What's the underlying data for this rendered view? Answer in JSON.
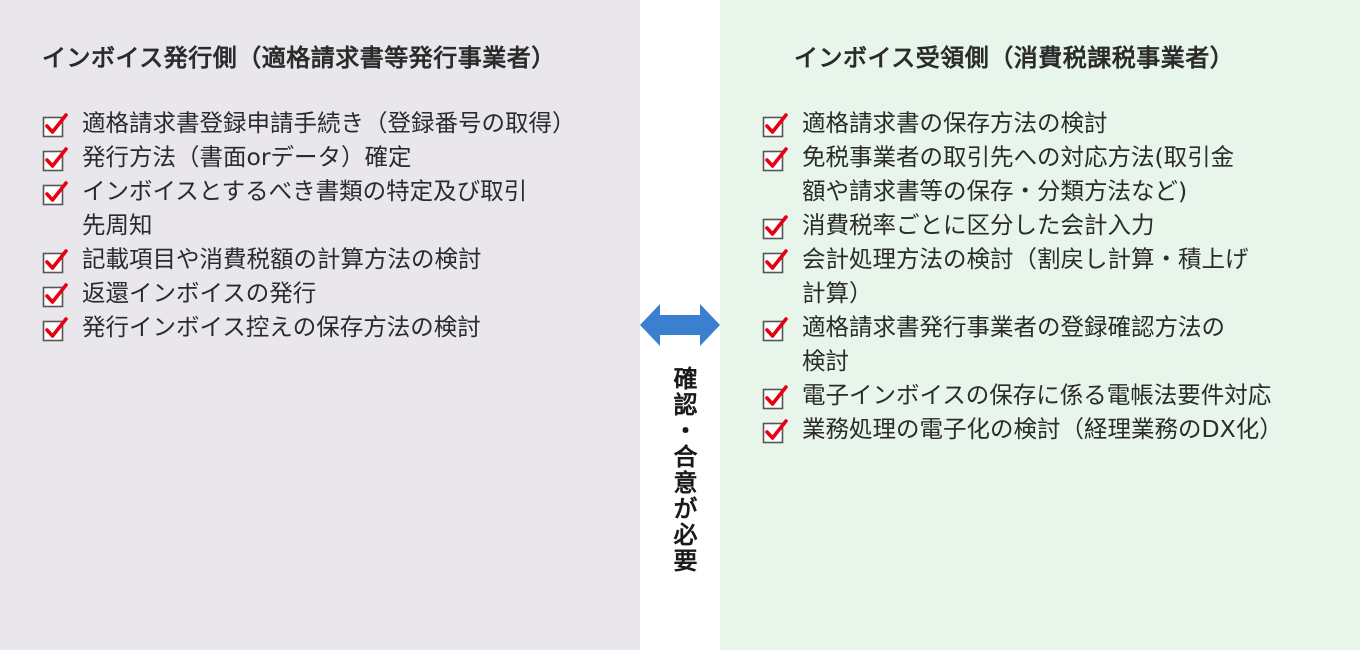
{
  "left": {
    "title": "インボイス発行側（適格請求書等発行事業者）",
    "items": [
      [
        "適格請求書登録申請手続き（登録番号の取得）"
      ],
      [
        "発行方法（書面orデータ）確定"
      ],
      [
        "インボイスとするべき書類の特定及び取引",
        "先周知"
      ],
      [
        "記載項目や消費税額の計算方法の検討"
      ],
      [
        "返還インボイスの発行"
      ],
      [
        "発行インボイス控えの保存方法の検討"
      ]
    ]
  },
  "right": {
    "title": "インボイス受領側（消費税課税事業者）",
    "items": [
      [
        "適格請求書の保存方法の検討"
      ],
      [
        "免税事業者の取引先への対応方法(取引金",
        "額や請求書等の保存・分類方法など)"
      ],
      [
        "消費税率ごとに区分した会計入力"
      ],
      [
        "会計処理方法の検討（割戻し計算・積上げ",
        "計算）"
      ],
      [
        "適格請求書発行事業者の登録確認方法の",
        "検討"
      ],
      [
        "電子インボイスの保存に係る電帳法要件対応"
      ],
      [
        "業務処理の電子化の検討（経理業務のDX化）"
      ]
    ]
  },
  "center": {
    "label": "確認・合意が必要",
    "arrow_icon": "double-arrow-icon"
  },
  "colors": {
    "left_bg": "#e9e6ec",
    "right_bg": "#e7f5ea",
    "check_red": "#e60012",
    "arrow_blue": "#3b7fcf"
  }
}
